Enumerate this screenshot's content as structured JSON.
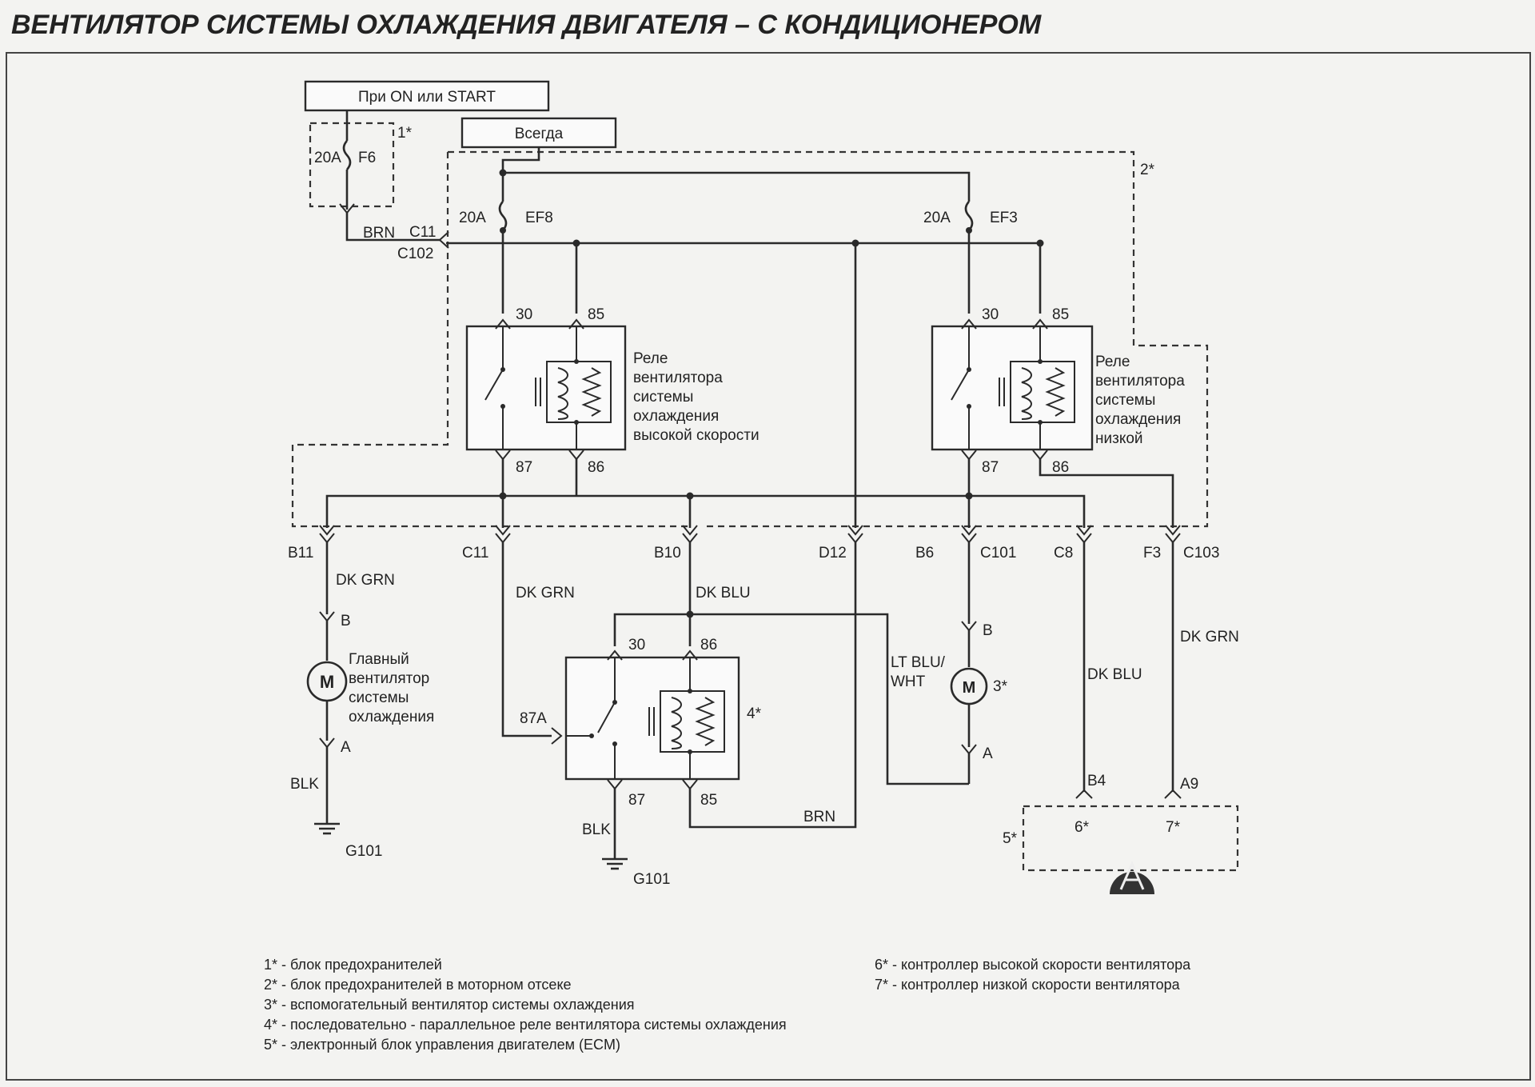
{
  "title": "ВЕНТИЛЯТОР СИСТЕМЫ ОХЛАЖДЕНИЯ ДВИГАТЕЛЯ – С КОНДИЦИОНЕРОМ",
  "power": {
    "ignition": "При ON или START",
    "always": "Всегда"
  },
  "fuses": {
    "f6": {
      "amp": "20A",
      "name": "F6"
    },
    "ef8": {
      "amp": "20A",
      "name": "EF8"
    },
    "ef3": {
      "amp": "20A",
      "name": "EF3"
    }
  },
  "boxes": {
    "b1": "1*",
    "b2": "2*",
    "b3": "3*",
    "b4": "4*",
    "b5": "5*",
    "b6": "6*",
    "b7": "7*"
  },
  "pins": {
    "p30": "30",
    "p85": "85",
    "p87": "87",
    "p86": "86",
    "p87a": "87A"
  },
  "relays": {
    "high": [
      "Реле",
      "вентилятора",
      "системы",
      "охлаждения",
      "высокой скорости"
    ],
    "low": [
      "Реле",
      "вентилятора",
      "системы",
      "охлаждения",
      "низкой"
    ]
  },
  "main_fan": [
    "Главный",
    "вентилятор",
    "системы",
    "охлаждения"
  ],
  "motor_symbol": "M",
  "connectors": {
    "c11": "C11",
    "c102": "C102",
    "b11": "B11",
    "b10": "B10",
    "d12": "D12",
    "b6": "B6",
    "c101": "C101",
    "c8": "C8",
    "f3": "F3",
    "c103": "C103",
    "b4": "B4",
    "a9": "A9",
    "pin_a": "A",
    "pin_b": "B"
  },
  "wires": {
    "brn": "BRN",
    "dk_grn": "DK GRN",
    "dk_blu": "DK BLU",
    "blk": "BLK",
    "lt_blu": "LT BLU/",
    "wht": "WHT"
  },
  "grounds": {
    "g101": "G101"
  },
  "legend": [
    "1* - блок предохранителей",
    "2* - блок предохранителей в моторном отсеке",
    "3* - вспомогательный вентилятор системы охлаждения",
    "4* - последовательно - параллельное реле вентилятора системы охлаждения",
    "5* - электронный блок управления двигателем (ECM)",
    "6* - контроллер высокой скорости вентилятора",
    "7* - контроллер низкой скорости вентилятора"
  ]
}
